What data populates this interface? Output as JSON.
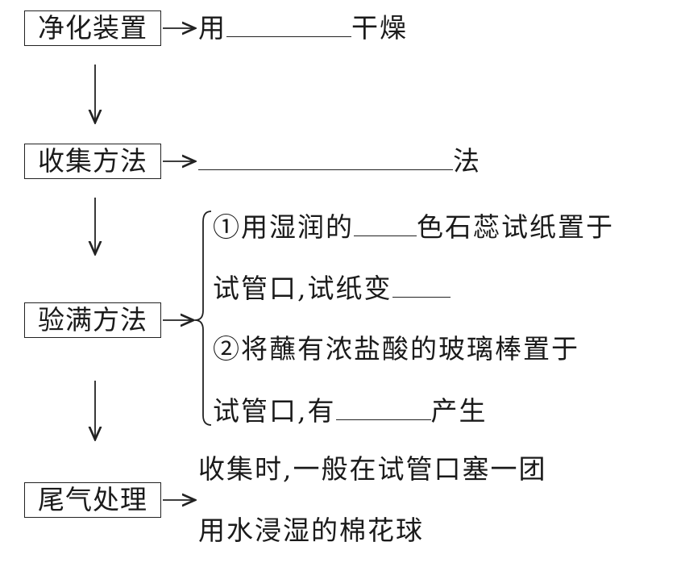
{
  "steps": [
    {
      "label": "净化装置",
      "prefix": "用",
      "suffix": "干燥"
    },
    {
      "label": "收集方法",
      "suffix": "法"
    },
    {
      "label": "验满方法",
      "lines": [
        {
          "prefix": "①用湿润的",
          "suffix": "色石蕊试纸置于"
        },
        {
          "prefix": "试管口,试纸变"
        },
        {
          "prefix": "②将蘸有浓盐酸的玻璃棒置于"
        },
        {
          "prefix": "试管口,有",
          "suffix": "产生"
        }
      ]
    },
    {
      "label": "尾气处理",
      "lines": [
        "收集时,一般在试管口塞一团",
        "用水浸湿的棉花球"
      ]
    }
  ]
}
